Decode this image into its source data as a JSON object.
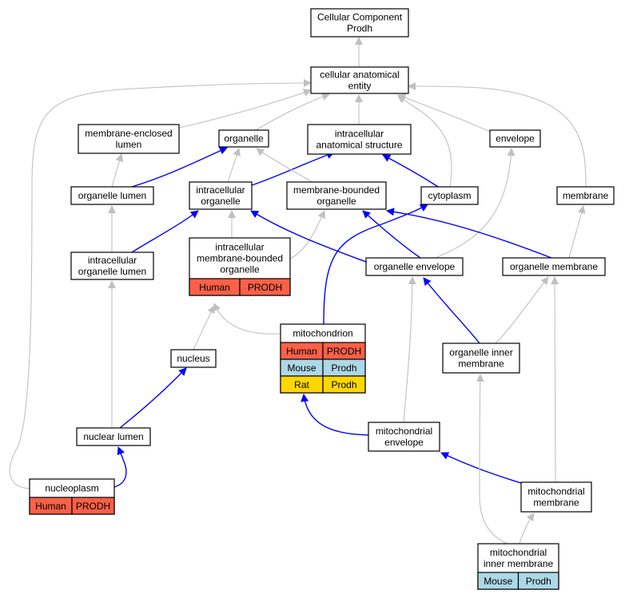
{
  "colors": {
    "is_a_edge": "#c0c0c0",
    "part_of_edge": "#0000ff",
    "human": "#fa6048",
    "mouse": "#add8e6",
    "rat": "#ffd700"
  },
  "nodes": {
    "root": {
      "lines": [
        "Cellular Component",
        "Prodh"
      ]
    },
    "cae": {
      "lines": [
        "cellular anatomical",
        "entity"
      ]
    },
    "mel": {
      "lines": [
        "membrane-enclosed",
        "lumen"
      ]
    },
    "organelle": {
      "lines": [
        "organelle"
      ]
    },
    "ias": {
      "lines": [
        "intracellular",
        "anatomical structure"
      ]
    },
    "envelope": {
      "lines": [
        "envelope"
      ]
    },
    "olumen": {
      "lines": [
        "organelle lumen"
      ]
    },
    "iorg": {
      "lines": [
        "intracellular",
        "organelle"
      ]
    },
    "mbo": {
      "lines": [
        "membrane-bounded",
        "organelle"
      ]
    },
    "cytoplasm": {
      "lines": [
        "cytoplasm"
      ]
    },
    "membrane": {
      "lines": [
        "membrane"
      ]
    },
    "iol": {
      "lines": [
        "intracellular",
        "organelle lumen"
      ]
    },
    "imbo": {
      "lines": [
        "intracellular",
        "membrane-bounded",
        "organelle"
      ],
      "annotations": [
        {
          "species": "Human",
          "gene": "PRODH"
        }
      ]
    },
    "oenv": {
      "lines": [
        "organelle envelope"
      ]
    },
    "omem": {
      "lines": [
        "organelle membrane"
      ]
    },
    "mito": {
      "lines": [
        "mitochondrion"
      ],
      "annotations": [
        {
          "species": "Human",
          "gene": "PRODH"
        },
        {
          "species": "Mouse",
          "gene": "Prodh"
        },
        {
          "species": "Rat",
          "gene": "Prodh"
        }
      ]
    },
    "nucleus": {
      "lines": [
        "nucleus"
      ]
    },
    "oim": {
      "lines": [
        "organelle inner",
        "membrane"
      ]
    },
    "nlumen": {
      "lines": [
        "nuclear lumen"
      ]
    },
    "menv": {
      "lines": [
        "mitochondrial",
        "envelope"
      ]
    },
    "nucleoplasm": {
      "lines": [
        "nucleoplasm"
      ],
      "annotations": [
        {
          "species": "Human",
          "gene": "PRODH"
        }
      ]
    },
    "mmem": {
      "lines": [
        "mitochondrial",
        "membrane"
      ]
    },
    "mim": {
      "lines": [
        "mitochondrial",
        "inner membrane"
      ],
      "annotations": [
        {
          "species": "Mouse",
          "gene": "Prodh"
        }
      ]
    }
  },
  "edges": [
    {
      "from": "cae",
      "to": "root",
      "type": "is_a"
    },
    {
      "from": "mel",
      "to": "cae",
      "type": "is_a"
    },
    {
      "from": "organelle",
      "to": "cae",
      "type": "is_a"
    },
    {
      "from": "ias",
      "to": "cae",
      "type": "is_a"
    },
    {
      "from": "envelope",
      "to": "cae",
      "type": "is_a"
    },
    {
      "from": "membrane",
      "to": "cae",
      "type": "is_a"
    },
    {
      "from": "cytoplasm",
      "to": "cae",
      "type": "is_a"
    },
    {
      "from": "nucleoplasm",
      "to": "cae",
      "type": "is_a"
    },
    {
      "from": "olumen",
      "to": "mel",
      "type": "is_a"
    },
    {
      "from": "olumen",
      "to": "organelle",
      "type": "part_of"
    },
    {
      "from": "iorg",
      "to": "organelle",
      "type": "is_a"
    },
    {
      "from": "iorg",
      "to": "ias",
      "type": "part_of"
    },
    {
      "from": "mbo",
      "to": "organelle",
      "type": "is_a"
    },
    {
      "from": "cytoplasm",
      "to": "ias",
      "type": "part_of"
    },
    {
      "from": "iol",
      "to": "olumen",
      "type": "is_a"
    },
    {
      "from": "iol",
      "to": "iorg",
      "type": "part_of"
    },
    {
      "from": "imbo",
      "to": "iorg",
      "type": "is_a"
    },
    {
      "from": "imbo",
      "to": "mbo",
      "type": "is_a"
    },
    {
      "from": "oenv",
      "to": "iorg",
      "type": "part_of"
    },
    {
      "from": "oenv",
      "to": "mbo",
      "type": "part_of"
    },
    {
      "from": "oenv",
      "to": "envelope",
      "type": "is_a"
    },
    {
      "from": "omem",
      "to": "mbo",
      "type": "part_of"
    },
    {
      "from": "omem",
      "to": "membrane",
      "type": "is_a"
    },
    {
      "from": "mito",
      "to": "imbo",
      "type": "is_a"
    },
    {
      "from": "mito",
      "to": "cytoplasm",
      "type": "part_of"
    },
    {
      "from": "nucleus",
      "to": "imbo",
      "type": "is_a"
    },
    {
      "from": "oim",
      "to": "oenv",
      "type": "part_of"
    },
    {
      "from": "oim",
      "to": "omem",
      "type": "is_a"
    },
    {
      "from": "nlumen",
      "to": "iol",
      "type": "is_a"
    },
    {
      "from": "nlumen",
      "to": "nucleus",
      "type": "part_of"
    },
    {
      "from": "menv",
      "to": "oenv",
      "type": "is_a"
    },
    {
      "from": "menv",
      "to": "mito",
      "type": "part_of"
    },
    {
      "from": "nucleoplasm",
      "to": "nlumen",
      "type": "part_of"
    },
    {
      "from": "mmem",
      "to": "menv",
      "type": "part_of"
    },
    {
      "from": "mmem",
      "to": "omem",
      "type": "is_a"
    },
    {
      "from": "mim",
      "to": "mmem",
      "type": "is_a"
    },
    {
      "from": "mim",
      "to": "oim",
      "type": "is_a"
    }
  ]
}
